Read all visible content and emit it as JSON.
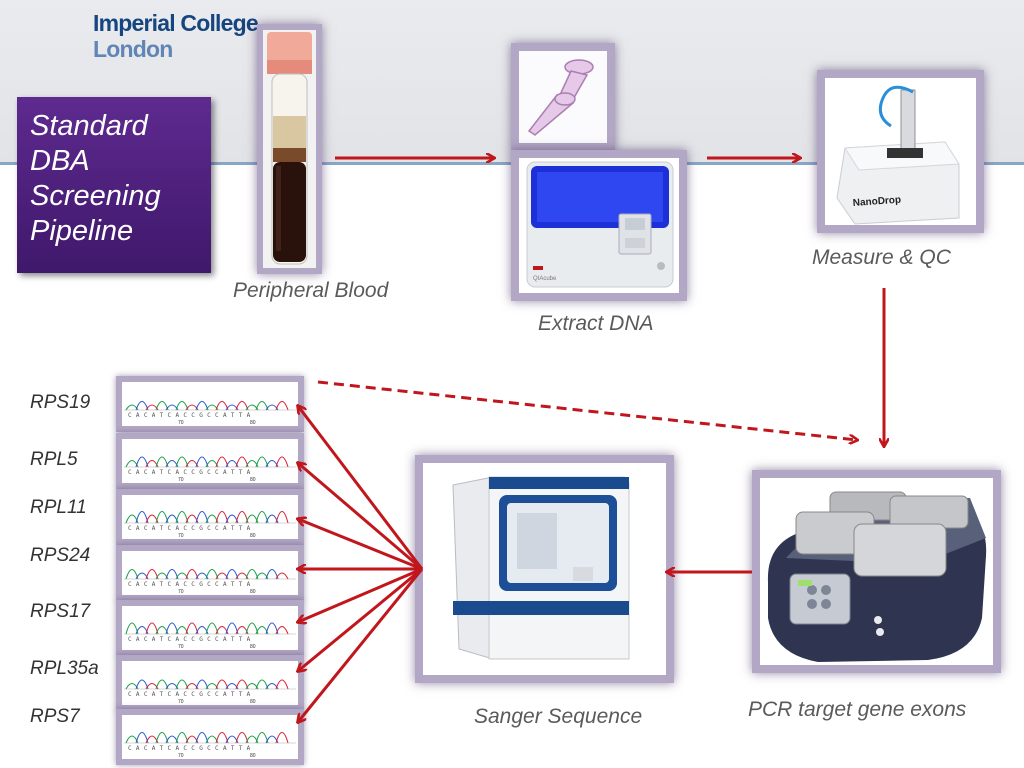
{
  "logo": {
    "line1": "Imperial College",
    "line2": "London"
  },
  "title": "Standard\nDBA\nScreening\nPipeline",
  "steps": {
    "blood": "Peripheral Blood",
    "extract": "Extract DNA",
    "measure": "Measure & QC",
    "pcr": "PCR target gene exons",
    "sanger": "Sanger Sequence"
  },
  "instrument_labels": {
    "nanodrop": "NanoDrop",
    "qiacube": "QIAcube"
  },
  "chromatogram": {
    "bases": "CACATCACCGCCATTA",
    "tick1": "70",
    "tick2": "80"
  },
  "genes": [
    "RPS19",
    "RPL5",
    "RPL11",
    "RPS24",
    "RPS17",
    "RPL35a",
    "RPS7"
  ],
  "colors": {
    "arrow": "#c0161c",
    "frame": "#b2a7c4",
    "title_bg": "#4a1f7a",
    "logo_dark": "#16467f",
    "logo_light": "#5f86b5"
  }
}
